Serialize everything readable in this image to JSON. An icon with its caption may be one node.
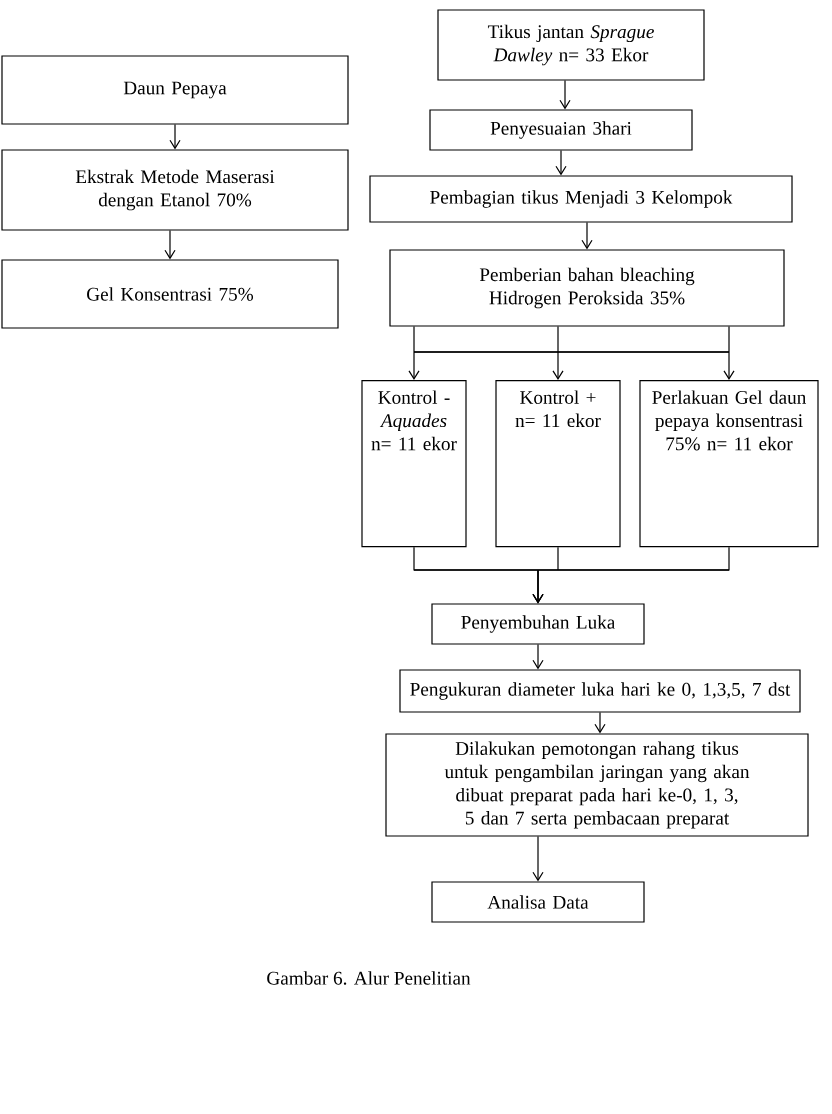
{
  "diagram": {
    "caption": "Gambar 6. Alur Penelitian",
    "nodes": [
      {
        "text": [
          "Daun Pepaya"
        ]
      },
      {
        "text": [
          "Ekstrak Metode Maserasi dengan Etanol 70%"
        ]
      },
      {
        "text": [
          "Gel Konsentrasi 75%"
        ]
      },
      {
        "text": [
          "Tikus jantan *Sprague Dawley* n= 33 Ekor"
        ]
      },
      {
        "text": [
          "Penyesuaian 3hari"
        ]
      },
      {
        "text": [
          "Pembagian tikus Menjadi 3 Kelompok"
        ]
      },
      {
        "text": [
          "Pemberian bahan bleaching Hidrogen Peroksida 35%"
        ]
      },
      {
        "text": [
          "Kontrol - *Aquades* n= 11 ekor"
        ]
      },
      {
        "text": [
          "Kontrol + n= 11 ekor"
        ]
      },
      {
        "text": [
          "Perlakuan Gel daun pepaya konsentrasi 75% n= 11 ekor"
        ]
      },
      {
        "text": [
          "Penyembuhan Luka"
        ]
      },
      {
        "text": [
          "Pengukuran diameter luka hari ke 0, 1,3,5, 7 dst"
        ]
      },
      {
        "text": [
          "Dilakukan pemotongan rahang tikus untuk pengambilan jaringan yang akan dibuat preparat pada hari ke-0, 1, 3, 5 dan 7 serta pembacaan preparat"
        ]
      },
      {
        "text": [
          "Analisa Data"
        ]
      }
    ],
    "edges": [
      {
        "from": 0,
        "to": 1,
        "arrow": "to"
      },
      {
        "from": 1,
        "to": 2,
        "arrow": "to"
      },
      {
        "from": 3,
        "to": 4,
        "arrow": "to"
      },
      {
        "from": 4,
        "to": 5,
        "arrow": "to"
      },
      {
        "from": 5,
        "to": 6,
        "arrow": "to"
      },
      {
        "from": 6,
        "to": 7,
        "arrow": "to"
      },
      {
        "from": 6,
        "to": 8,
        "arrow": "to"
      },
      {
        "from": 6,
        "to": 9,
        "arrow": "to"
      },
      {
        "from": 7,
        "to": 10,
        "arrow": "to"
      },
      {
        "from": 8,
        "to": 10,
        "arrow": "to"
      },
      {
        "from": 9,
        "to": 10,
        "arrow": "to"
      },
      {
        "from": 10,
        "to": 11,
        "arrow": "to"
      },
      {
        "from": 11,
        "to": 12,
        "arrow": "to"
      },
      {
        "from": 12,
        "to": 13,
        "arrow": "to"
      }
    ]
  }
}
